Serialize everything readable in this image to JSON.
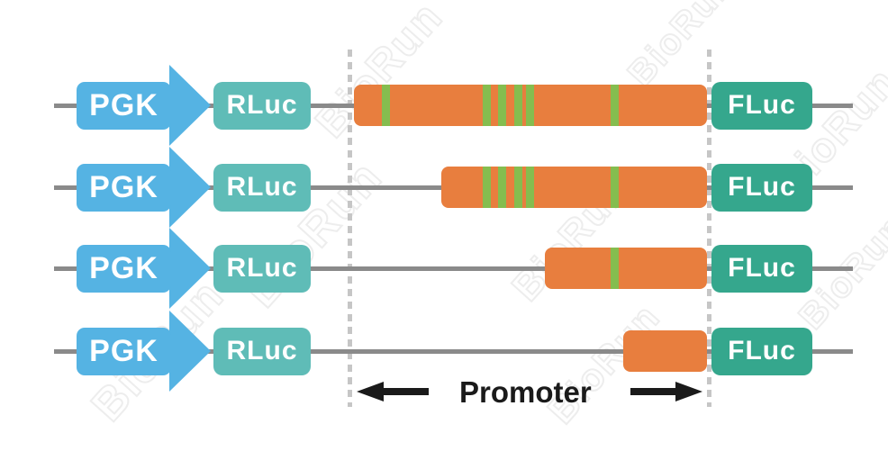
{
  "figure": {
    "type": "construct-diagram",
    "description": "Dual-luciferase promoter deletion reporter constructs"
  },
  "colors": {
    "pgk_arrow": "#55B3E3",
    "rluc_box": "#5FBCB7",
    "fluc_box": "#35A78D",
    "promoter_bar": "#E87E3E",
    "conserved_stripe": "#85BD4F",
    "backbone_line": "#8A8A8A",
    "boundary_dash": "#C6C6C6",
    "label_text": "#FFFFFF",
    "promoter_text": "#1A1A1A"
  },
  "watermark": {
    "text": "BioRun"
  },
  "promoter": {
    "label": "Promoter"
  },
  "rows": [
    {
      "name": "full-length-construct",
      "pgk_label": "PGK",
      "rluc_label": "RLuc",
      "fluc_label": "FLuc",
      "bar_start": 393,
      "bar_end": 785,
      "stripes": [
        424,
        536,
        553,
        571,
        584,
        678
      ]
    },
    {
      "name": "deletion-construct-2",
      "pgk_label": "PGK",
      "rluc_label": "RLuc",
      "fluc_label": "FLuc",
      "bar_start": 490,
      "bar_end": 785,
      "stripes": [
        536,
        553,
        571,
        584,
        678
      ]
    },
    {
      "name": "deletion-construct-3",
      "pgk_label": "PGK",
      "rluc_label": "RLuc",
      "fluc_label": "FLuc",
      "bar_start": 605,
      "bar_end": 785,
      "stripes": [
        678
      ]
    },
    {
      "name": "deletion-construct-4",
      "pgk_label": "PGK",
      "rluc_label": "RLuc",
      "fluc_label": "FLuc",
      "bar_start": 692,
      "bar_end": 785,
      "stripes": []
    }
  ]
}
